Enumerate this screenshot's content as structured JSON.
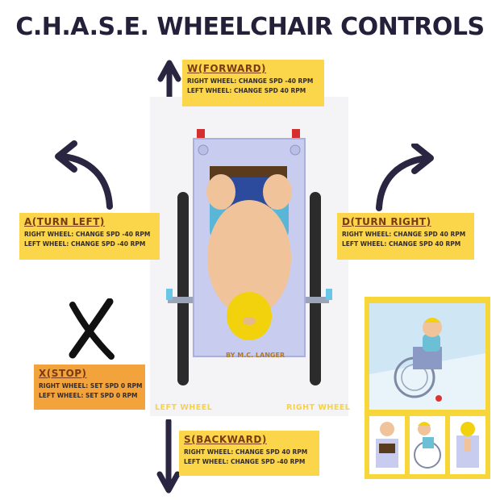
{
  "title": "C.H.A.S.E. WHEELCHAIR CONTROLS",
  "controls": {
    "forward": {
      "heading": "W(FORWARD)",
      "right": "RIGHT WHEEL: CHANGE SPD -40 RPM",
      "left": "LEFT WHEEL: CHANGE SPD 40 RPM"
    },
    "turn_left": {
      "heading": "A(TURN LEFT)",
      "right": "RIGHT WHEEL: CHANGE SPD -40 RPM",
      "left": "LEFT WHEEL: CHANGE SPD -40 RPM"
    },
    "turn_right": {
      "heading": "D(TURN RIGHT)",
      "right": "RIGHT WHEEL: CHANGE SPD 40 RPM",
      "left": "LEFT WHEEL: CHANGE SPD 40 RPM"
    },
    "stop": {
      "heading": "X(STOP)",
      "right": "RIGHT WHEEL: SET SPD 0 RPM",
      "left": "LEFT WHEEL: SET SPD 0 RPM"
    },
    "backward": {
      "heading": "S(BACKWARD)",
      "right": "RIGHT WHEEL: CHANGE SPD 40 RPM",
      "left": "LEFT WHEEL: CHANGE SPD -40 RPM"
    }
  },
  "diagram": {
    "credit": "BY M.C. LANGER",
    "left_wheel_label": "LEFT WHEEL",
    "right_wheel_label": "RIGHT WHEEL"
  },
  "colors": {
    "title": "#24203a",
    "arrow": "#2a2540",
    "box_yellow": "#fbd64a",
    "box_orange": "#f3a33b",
    "frame_yellow": "#f7d63a",
    "chair_seat": "#c8cdf0",
    "wheel": "#2b2b2b",
    "helmet": "#f2d20c",
    "skin": "#f0c39a"
  },
  "icons": [
    "arrow-up-icon",
    "arrow-down-icon",
    "curved-arrow-left-icon",
    "curved-arrow-right-icon",
    "x-mark-icon"
  ]
}
